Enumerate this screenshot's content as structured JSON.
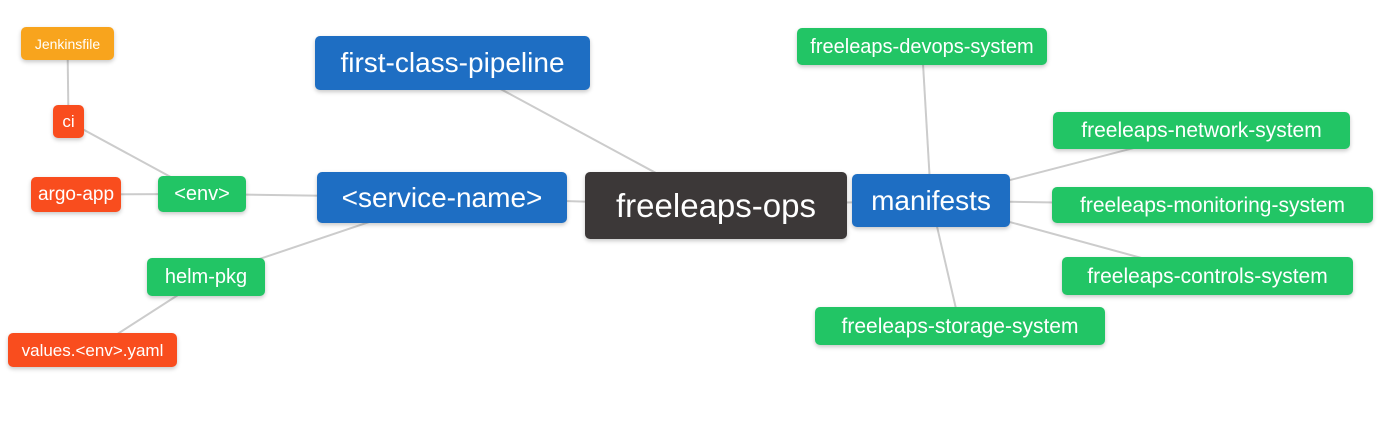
{
  "diagram": {
    "type": "mindmap",
    "root_label": "freeleaps-ops",
    "colors": {
      "blue": "#1E6EC3",
      "green": "#22C565",
      "red": "#F94D1E",
      "amber": "#F8A41D",
      "dark": "#3C3838",
      "line": "#CCCCCC",
      "text": "#FFFFFF",
      "background": "#FFFFFF"
    },
    "nodes": [
      {
        "id": "jenkinsfile",
        "label": "Jenkinsfile",
        "color": "amber"
      },
      {
        "id": "ci",
        "label": "ci",
        "color": "red"
      },
      {
        "id": "argo-app",
        "label": "argo-app",
        "color": "red"
      },
      {
        "id": "env",
        "label": "<env>",
        "color": "green"
      },
      {
        "id": "helm-pkg",
        "label": "helm-pkg",
        "color": "green"
      },
      {
        "id": "values-env-yaml",
        "label": "values.<env>.yaml",
        "color": "red"
      },
      {
        "id": "first-class-pipeline",
        "label": "first-class-pipeline",
        "color": "blue"
      },
      {
        "id": "service-name",
        "label": "<service-name>",
        "color": "blue"
      },
      {
        "id": "freeleaps-ops",
        "label": "freeleaps-ops",
        "color": "dark"
      },
      {
        "id": "manifests",
        "label": "manifests",
        "color": "blue"
      },
      {
        "id": "freeleaps-devops-system",
        "label": "freeleaps-devops-system",
        "color": "green"
      },
      {
        "id": "freeleaps-network-system",
        "label": "freeleaps-network-system",
        "color": "green"
      },
      {
        "id": "freeleaps-monitoring-system",
        "label": "freeleaps-monitoring-system",
        "color": "green"
      },
      {
        "id": "freeleaps-controls-system",
        "label": "freeleaps-controls-system",
        "color": "green"
      },
      {
        "id": "freeleaps-storage-system",
        "label": "freeleaps-storage-system",
        "color": "green"
      }
    ],
    "edges": [
      {
        "from": "jenkinsfile",
        "to": "ci"
      },
      {
        "from": "ci",
        "to": "env"
      },
      {
        "from": "argo-app",
        "to": "env"
      },
      {
        "from": "env",
        "to": "service-name"
      },
      {
        "from": "helm-pkg",
        "to": "service-name"
      },
      {
        "from": "values-env-yaml",
        "to": "helm-pkg"
      },
      {
        "from": "service-name",
        "to": "freeleaps-ops"
      },
      {
        "from": "first-class-pipeline",
        "to": "freeleaps-ops"
      },
      {
        "from": "freeleaps-ops",
        "to": "manifests"
      },
      {
        "from": "manifests",
        "to": "freeleaps-devops-system"
      },
      {
        "from": "manifests",
        "to": "freeleaps-network-system"
      },
      {
        "from": "manifests",
        "to": "freeleaps-monitoring-system"
      },
      {
        "from": "manifests",
        "to": "freeleaps-controls-system"
      },
      {
        "from": "manifests",
        "to": "freeleaps-storage-system"
      }
    ]
  }
}
